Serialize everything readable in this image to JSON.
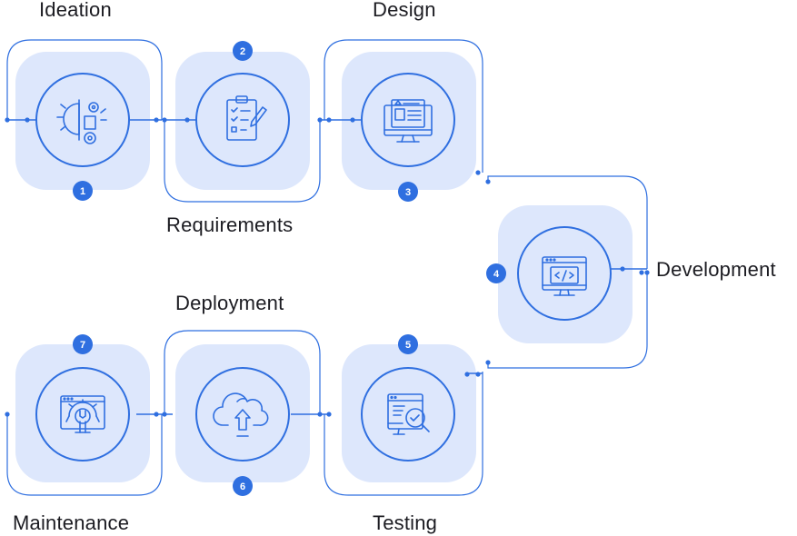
{
  "stages": [
    {
      "number": "1",
      "label": "Ideation",
      "icon": "lightbulb-gears-icon"
    },
    {
      "number": "2",
      "label": "Requirements",
      "icon": "clipboard-checklist-icon"
    },
    {
      "number": "3",
      "label": "Design",
      "icon": "monitor-layout-icon"
    },
    {
      "number": "4",
      "label": "Development",
      "icon": "monitor-code-icon"
    },
    {
      "number": "5",
      "label": "Testing",
      "icon": "monitor-magnifier-icon"
    },
    {
      "number": "6",
      "label": "Deployment",
      "icon": "cloud-upload-icon"
    },
    {
      "number": "7",
      "label": "Maintenance",
      "icon": "gear-wrench-icon"
    }
  ],
  "colors": {
    "accent": "#2f6fe0",
    "tile": "#dde7fc",
    "text": "#1c1c22"
  }
}
